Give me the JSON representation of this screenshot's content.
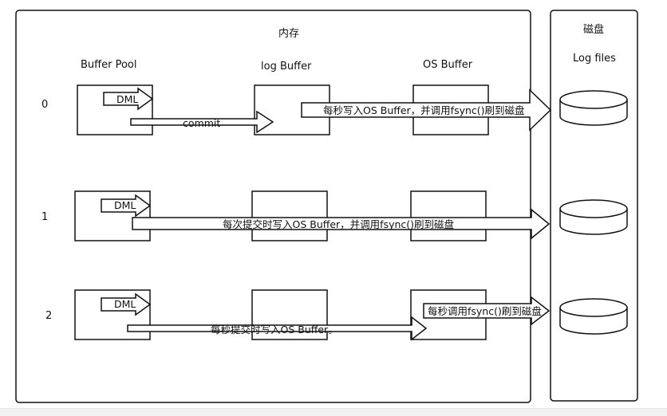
{
  "memory": {
    "title": "内存"
  },
  "disk": {
    "title": "磁盘",
    "log_files": "Log files"
  },
  "columns": {
    "buffer_pool": "Buffer Pool",
    "log_buffer": "log Buffer",
    "os_buffer": "OS Buffer"
  },
  "rows": [
    {
      "id": "0",
      "dml": "DML",
      "commit": "commit",
      "flush": "每秒写入OS Buffer，并调用fsync()刷到磁盘"
    },
    {
      "id": "1",
      "dml": "DML",
      "flush": "每次提交时写入OS Buffer，并调用fsync()刷到磁盘"
    },
    {
      "id": "2",
      "dml": "DML",
      "write": "每秒提交时写入OS Buffer。",
      "flush": "每秒调用fsync()刷到磁盘"
    }
  ]
}
